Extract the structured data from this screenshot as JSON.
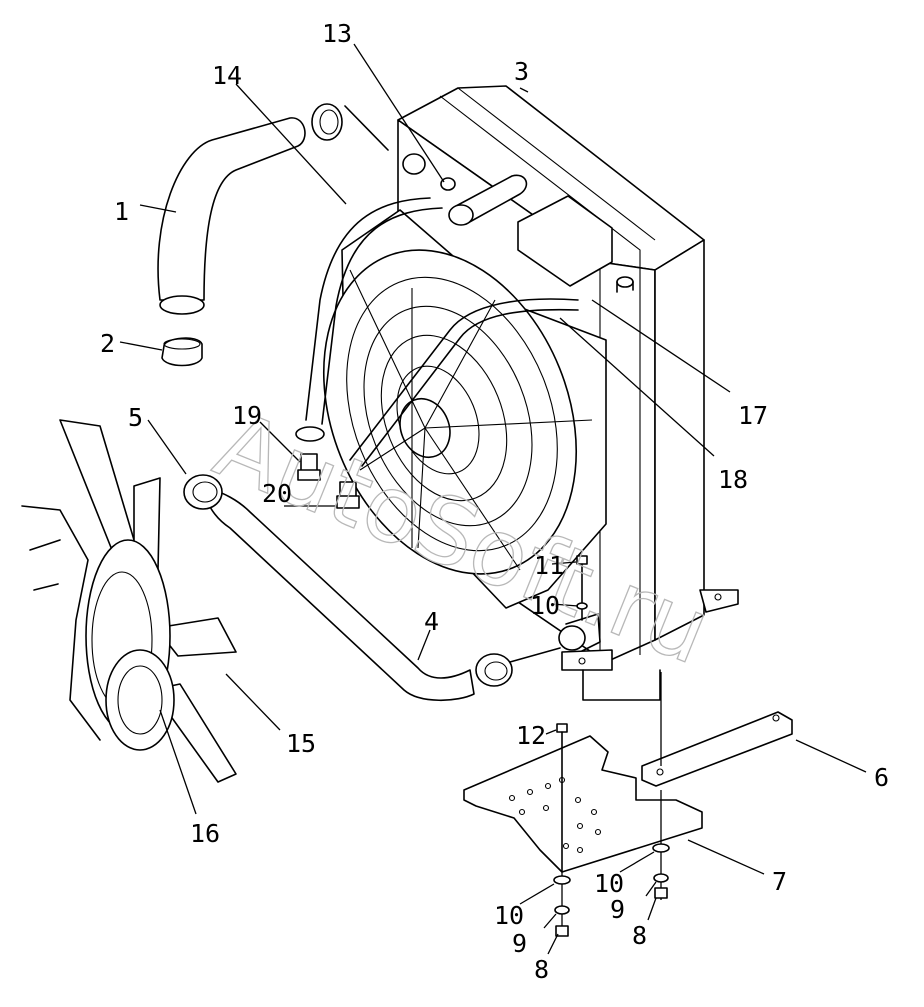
{
  "watermark": "AutoSoft.ru",
  "callouts": [
    {
      "id": "c1",
      "text": "1"
    },
    {
      "id": "c2",
      "text": "2"
    },
    {
      "id": "c3",
      "text": "3"
    },
    {
      "id": "c4",
      "text": "4"
    },
    {
      "id": "c5",
      "text": "5"
    },
    {
      "id": "c6",
      "text": "6"
    },
    {
      "id": "c7",
      "text": "7"
    },
    {
      "id": "c8a",
      "text": "8"
    },
    {
      "id": "c8b",
      "text": "8"
    },
    {
      "id": "c9a",
      "text": "9"
    },
    {
      "id": "c9b",
      "text": "9"
    },
    {
      "id": "c10a",
      "text": "10"
    },
    {
      "id": "c10b",
      "text": "10"
    },
    {
      "id": "c10c",
      "text": "10"
    },
    {
      "id": "c11",
      "text": "11"
    },
    {
      "id": "c12",
      "text": "12"
    },
    {
      "id": "c13",
      "text": "13"
    },
    {
      "id": "c14",
      "text": "14"
    },
    {
      "id": "c15",
      "text": "15"
    },
    {
      "id": "c16",
      "text": "16"
    },
    {
      "id": "c17",
      "text": "17"
    },
    {
      "id": "c18",
      "text": "18"
    },
    {
      "id": "c19",
      "text": "19"
    },
    {
      "id": "c20",
      "text": "20"
    }
  ]
}
